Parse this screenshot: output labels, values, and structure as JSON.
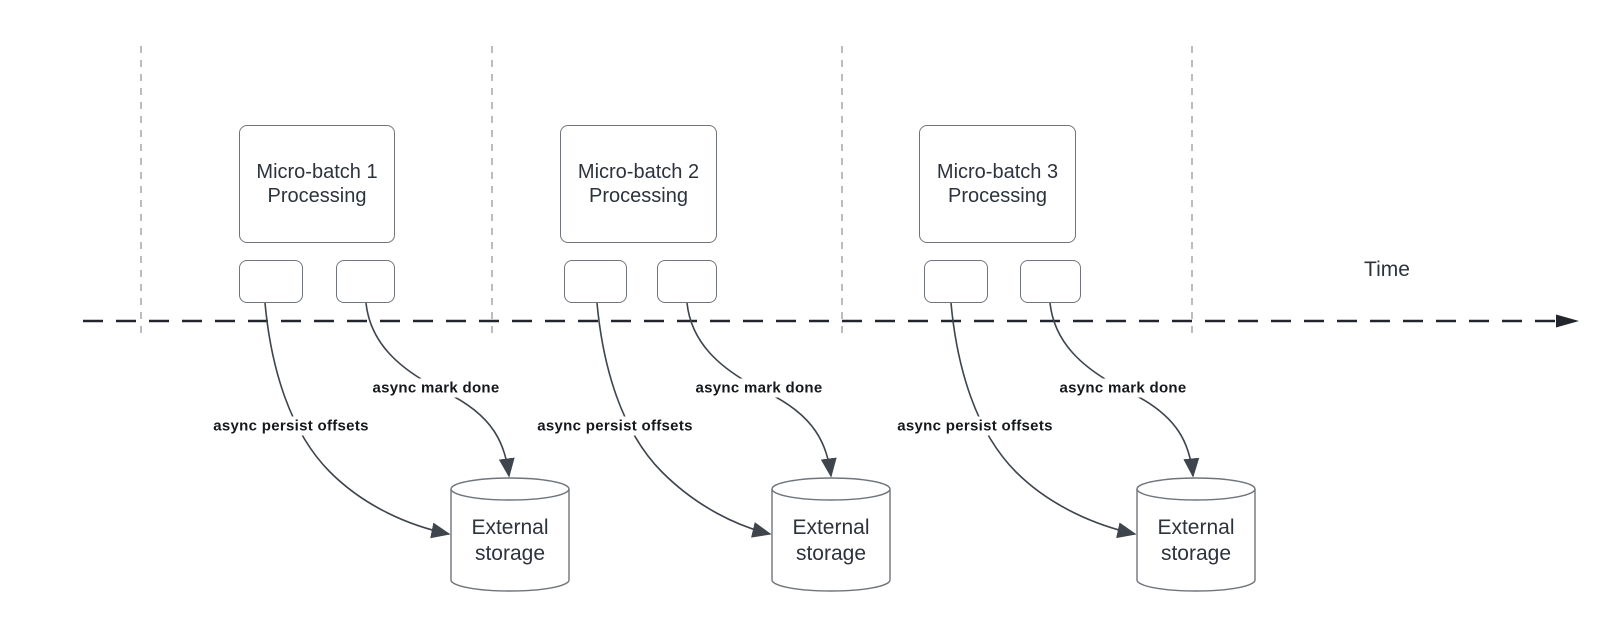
{
  "colors": {
    "background": "#ffffff",
    "shape_border": "#6f757b",
    "shape_text": "#2d333c",
    "connector": "#3e454d",
    "timeline": "#22262c",
    "guide": "#a9acb0",
    "label_text": "#15181c"
  },
  "timeline": {
    "label": "Time"
  },
  "groups": [
    {
      "box_label": "Micro-batch 1\nProcessing",
      "persist_label": "async persist offsets",
      "done_label": "async mark done",
      "storage_label": "External\nstorage"
    },
    {
      "box_label": "Micro-batch 2\nProcessing",
      "persist_label": "async persist offsets",
      "done_label": "async mark done",
      "storage_label": "External\nstorage"
    },
    {
      "box_label": "Micro-batch 3\nProcessing",
      "persist_label": "async persist offsets",
      "done_label": "async mark done",
      "storage_label": "External\nstorage"
    }
  ]
}
